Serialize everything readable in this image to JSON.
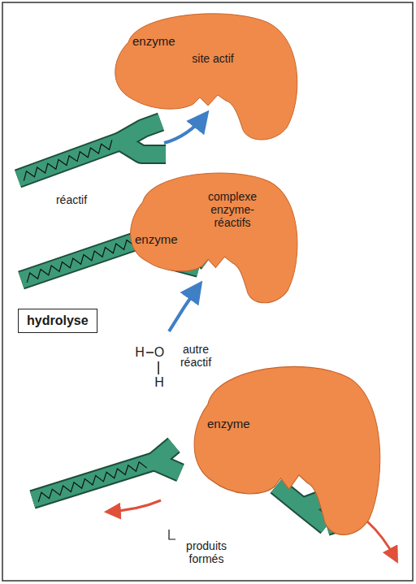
{
  "diagram": {
    "nodes": [
      {
        "text": [
          "enzyme"
        ]
      },
      {
        "text": [
          "enzyme"
        ]
      },
      {
        "text": [
          "hydrolyse"
        ]
      },
      {
        "text": [
          "enzyme"
        ]
      }
    ],
    "labels": [
      "site actif",
      "réactif",
      "complexe enzyme-réactifs",
      "H",
      "O",
      "autre réactif",
      "H",
      "produits formés"
    ]
  }
}
